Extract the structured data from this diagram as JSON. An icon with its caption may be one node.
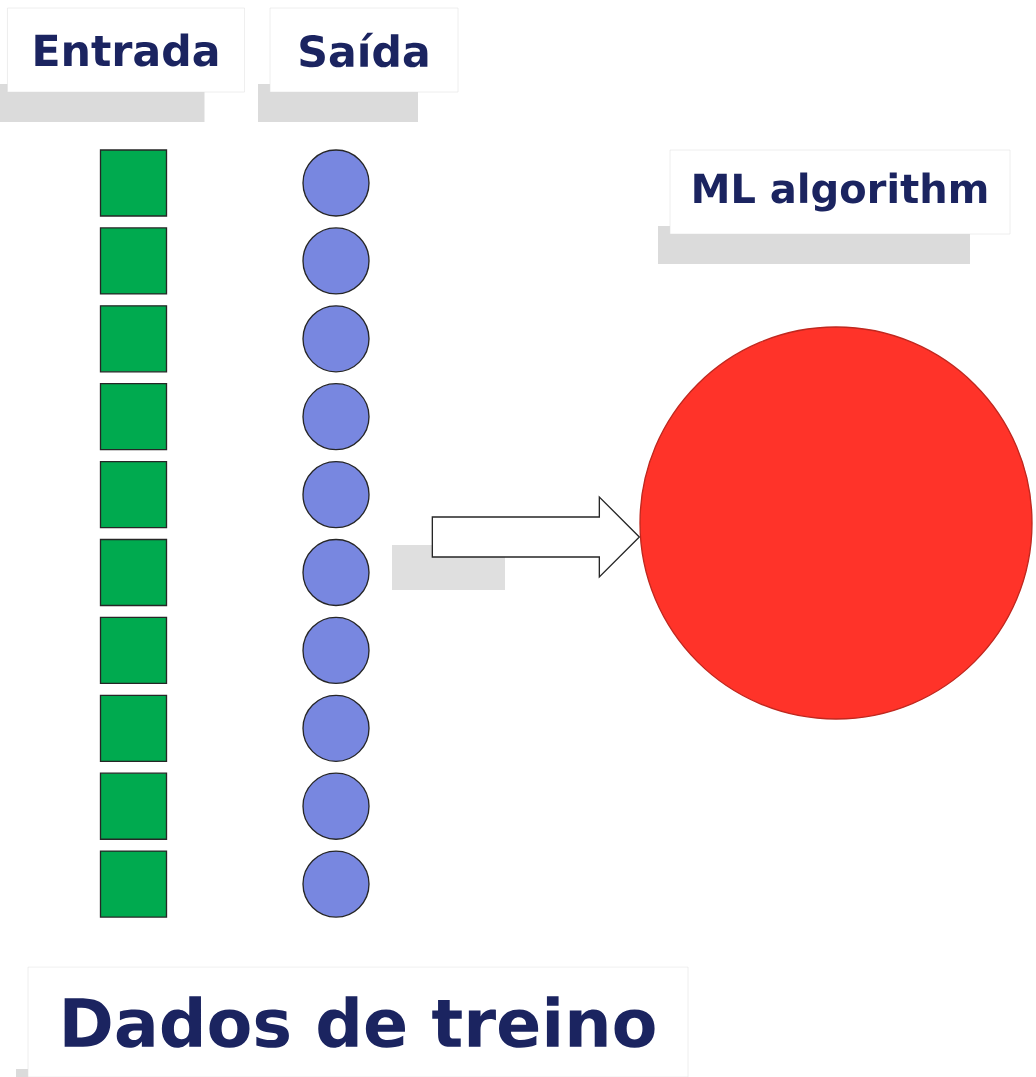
{
  "diagram": {
    "nodes": [
      {
        "text": [
          "Entrada"
        ]
      },
      {
        "text": [
          "Saída"
        ]
      },
      {
        "text": [
          "ML algorithm"
        ]
      },
      {
        "text": [],
        "shape": "box"
      },
      {
        "text": [],
        "shape": "box"
      },
      {
        "text": [],
        "shape": "box"
      },
      {
        "text": [],
        "shape": "box"
      },
      {
        "text": [],
        "shape": "box"
      },
      {
        "text": [],
        "shape": "box"
      },
      {
        "text": [],
        "shape": "box"
      },
      {
        "text": [],
        "shape": "box"
      },
      {
        "text": [],
        "shape": "box"
      },
      {
        "text": [],
        "shape": "box"
      },
      {
        "text": [],
        "shape": "circle"
      },
      {
        "text": [],
        "shape": "circle"
      },
      {
        "text": [],
        "shape": "circle"
      },
      {
        "text": [],
        "shape": "circle"
      },
      {
        "text": [],
        "shape": "circle"
      },
      {
        "text": [],
        "shape": "circle"
      },
      {
        "text": [],
        "shape": "circle"
      },
      {
        "text": [],
        "shape": "circle"
      },
      {
        "text": [],
        "shape": "circle"
      },
      {
        "text": [],
        "shape": "circle"
      },
      {
        "text": [],
        "shape": "circle"
      },
      {
        "text": [
          "Dados de treino"
        ]
      }
    ],
    "edges": [
      {
        "from": null,
        "to": 23,
        "arrow": "to"
      }
    ]
  }
}
